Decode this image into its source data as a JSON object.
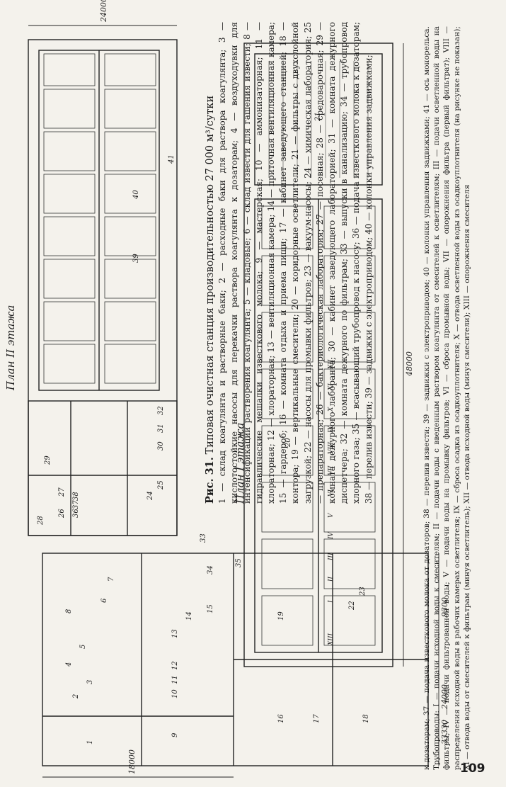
{
  "plan_labels": {
    "plan2": "План II этажа",
    "plan1": "План I этажа"
  },
  "dimensions": {
    "d24000_top": "24000",
    "d48000": "48000",
    "d24000_bottom": "24000",
    "d18000": "18000",
    "d33330": "33330",
    "d9300": "9300"
  },
  "room_numbers": [
    "1",
    "2",
    "3",
    "4",
    "5",
    "6",
    "7",
    "8",
    "9",
    "10",
    "11",
    "12",
    "13",
    "14",
    "15",
    "16",
    "17",
    "18",
    "19",
    "20",
    "21",
    "22",
    "23",
    "24",
    "25",
    "26",
    "27",
    "28",
    "29",
    "30",
    "31",
    "32",
    "33",
    "34",
    "35",
    "36",
    "37",
    "38",
    "39",
    "40",
    "41"
  ],
  "pipe_numerals": [
    "I",
    "II",
    "III",
    "IV",
    "V",
    "VI",
    "VII",
    "VIII",
    "IX",
    "X",
    "XI",
    "XII",
    "XIII"
  ],
  "caption": {
    "figure": "Рис. 31.",
    "title": "Типовая очистная станция производительностью 27 000 м³/сутки",
    "legend": "1 — склад коагулянта и растворные баки; 2 — расходные баки для раствора коагулянта; 3 — кислотостойкие насосы для перекачки раствора коагулянта к дозаторам; 4 — воздуходувки для интенсификации растворения коагулянта; 5 — кладовые; 6 — склад извести для гашения извести; 8 — гидравлические мешалки известкового молока; 9 — мастерская; 10 — аммонизаторная; 11 — хлораторная; 12 — хлораторная; 13 — вентиляционная камера; 14 — приточная вентиляционная камера; 15 — гардероб; 16 — комната отдыха и приема пищи; 17 — кабинет заведующего станцией; 18 — контора; 19 — вертикальные смесители; 20 — коридорные осветлители; 21 — фильтры с двухслойной загрузкой; 22 — насосы для промывки фильтров; 23 — вакуум-насосы; 24 — химическая лаборатория; 25 — препараторная; 26 — бактериологическая лаборатория; 27 — посевная; 28 — средоварочная; 29 — комната дежурного лаборанта; 30 — кабинет заведующего лабораторией; 31 — комната дежурного диспетчера; 32 — комната дежурного по фильтрам; 33 — выпуски в канализацию; 34 — трубопровод хлорного газа; 35 — всасывающий трубопровод к насосу; 36 — подача известкового молока к дозаторам; 38 — перелив извести; 39 — задвижки с электроприводом; 40 — колонки управления задвижками;"
  },
  "bottom_text": "к дозаторам; 37 — подача известкового молока от дозаторов; 38 — перелив извести; 39 — задвижки с электроприводом; 40 — колонки управления задвижками; 41 — ось монорельса. Трубопроводы: I — подачи исходной воды к смесителям; II — подачи воды с введенным раствором коагулянта от смесителей к осветлителям; III — подачи осветленной воды на фильтры; IV — подачи фильтрованной воды; V — подачи воды на промывку фильтров; VI — сброса промывной воды; VII — опорожнения фильтра (первый фильтрат); VIII — распределения исходной воды в рабочих камерах осветлителя; IX — сброса осадка из осадкоуплотнителя; X — отвода осветленной воды из осадкоуплотнителя (на рисунке не показан); XI — отвода воды от смесителей к фильтрам (минуя осветлитель); XII — отвода исходной воды (минуя смесители); XIII — опорожнения смесителя",
  "page_number": "109"
}
